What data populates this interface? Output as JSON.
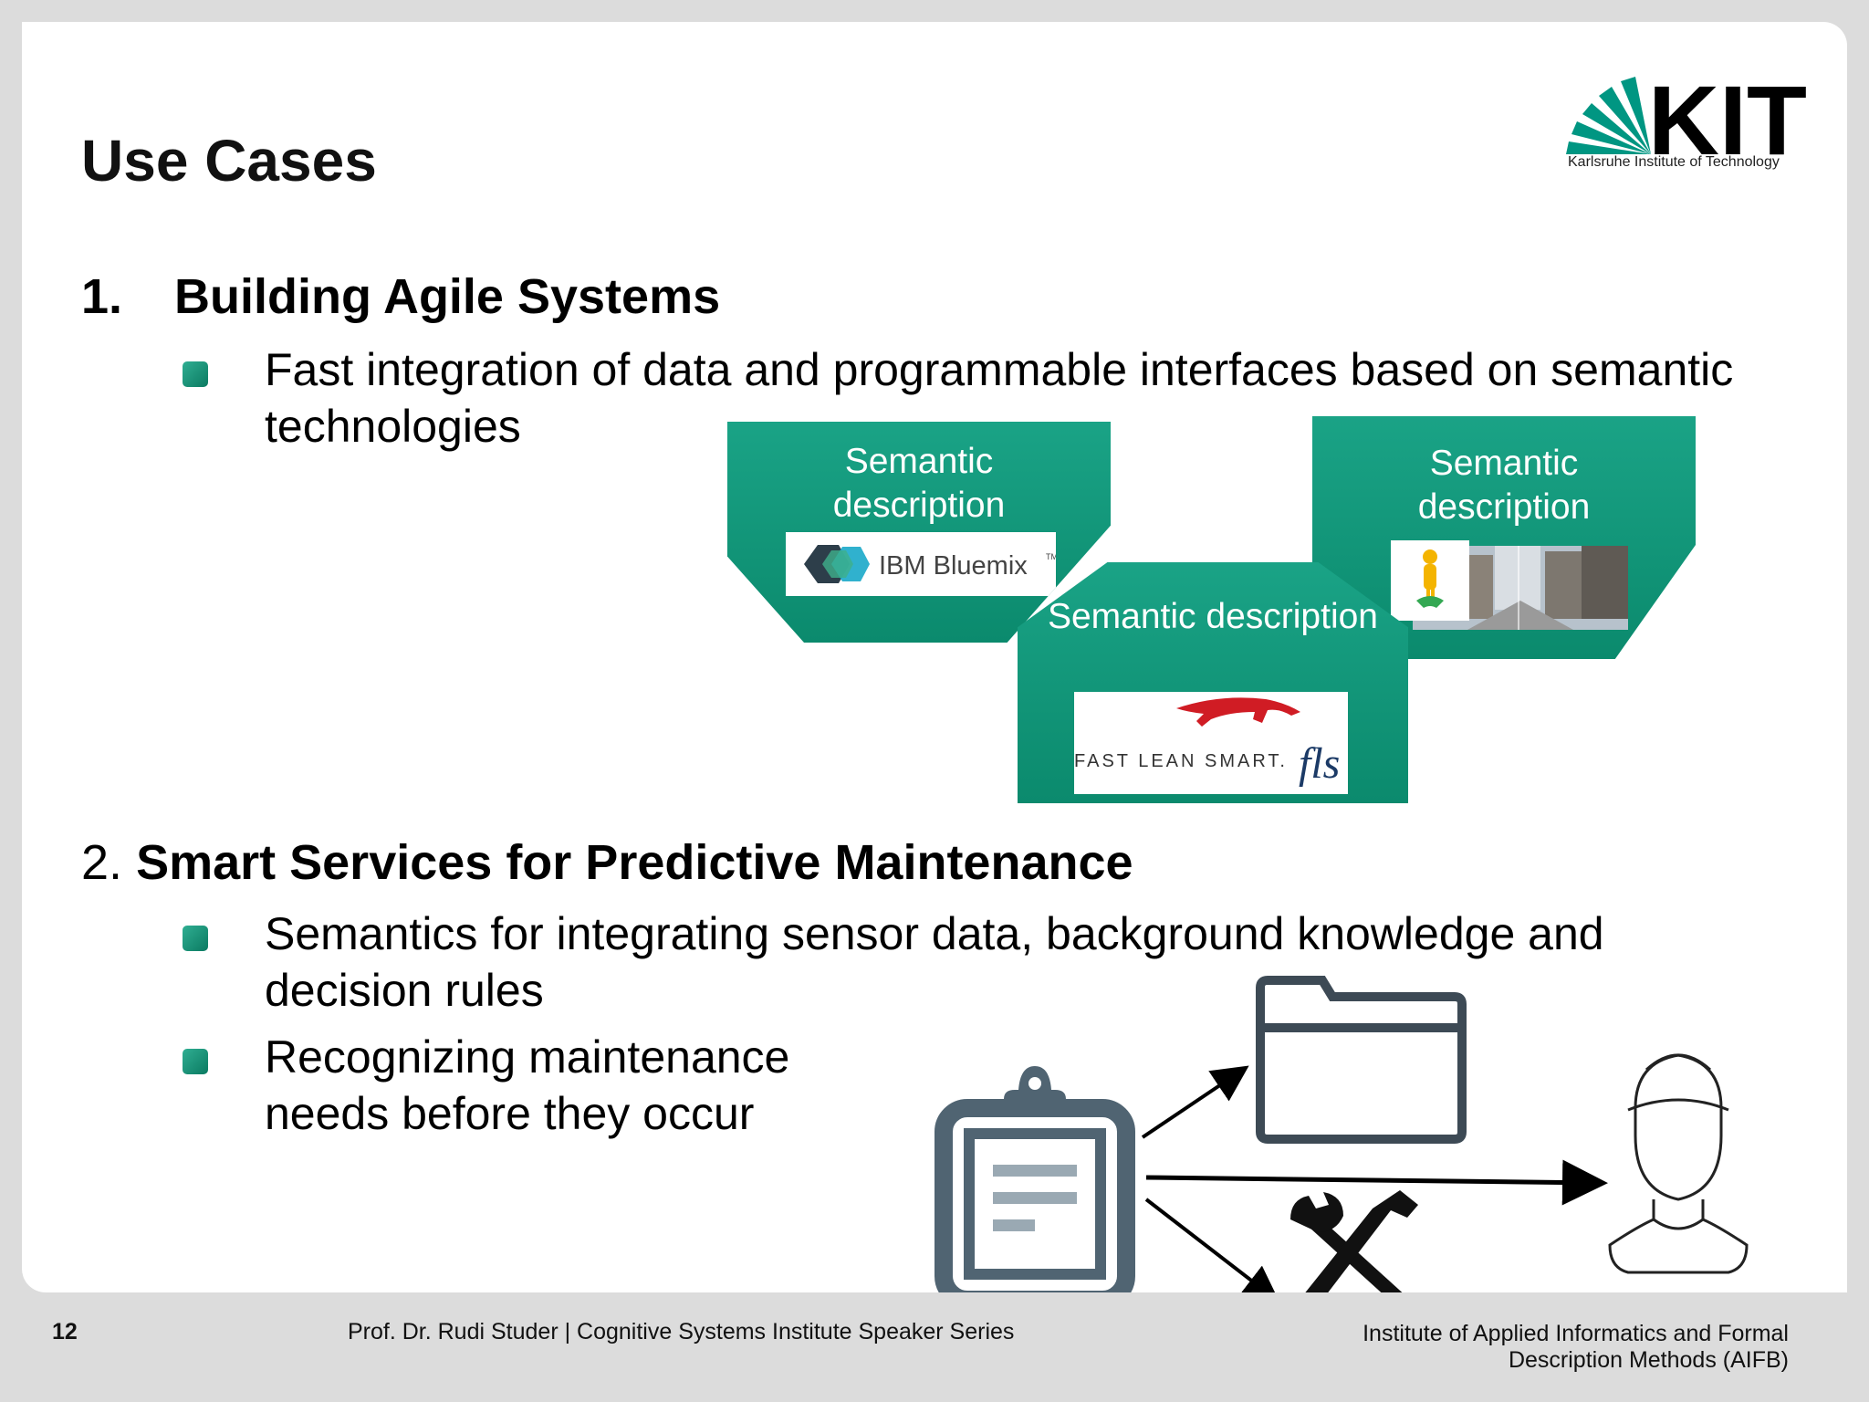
{
  "slide": {
    "title": "Use Cases",
    "logo": {
      "wordmark": "KIT",
      "subtitle": "Karlsruhe Institute of Technology",
      "color": "#009682"
    },
    "section1": {
      "number": "1.",
      "heading": "Building Agile Systems",
      "bullet": "Fast integration of data and programmable interfaces based on semantic technologies",
      "cards": [
        {
          "label": "Semantic description",
          "logo_text": "IBM Bluemix",
          "tm": "TM"
        },
        {
          "label": "Semantic description",
          "logo_text": "FAST LEAN SMART.",
          "logo_mark": "fls"
        },
        {
          "label": "Semantic description",
          "logo_icon": "pegman-streetview-icon"
        }
      ]
    },
    "section2": {
      "number": "2.",
      "heading": "Smart Services for Predictive Maintenance",
      "bullets": [
        "Semantics for integrating sensor data, background knowledge and decision rules",
        "Recognizing maintenance needs before they occur"
      ],
      "icons": [
        "clipboard-icon",
        "folder-icon",
        "tools-icon",
        "worker-helmet-icon"
      ]
    },
    "accent_color": "#0b8a6d"
  },
  "footer": {
    "page_number": "12",
    "speaker": "Prof. Dr. Rudi Studer |  Cognitive Systems Institute Speaker Series",
    "institute_line1": "Institute of Applied Informatics and Formal",
    "institute_line2": "Description Methods (AIFB)"
  }
}
